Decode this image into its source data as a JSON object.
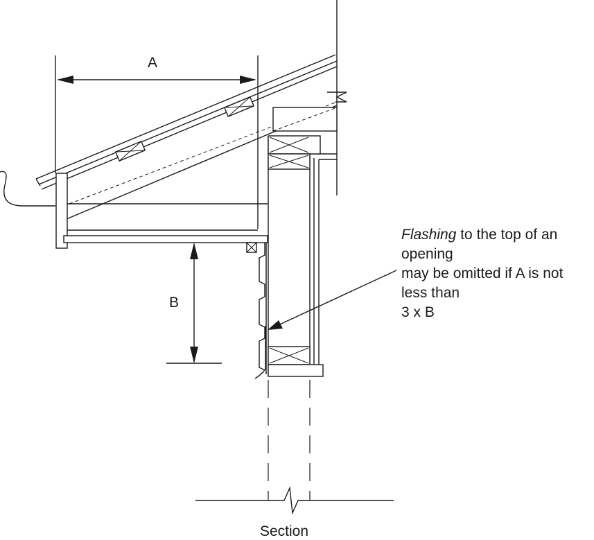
{
  "labels": {
    "dim_a": "A",
    "dim_b": "B"
  },
  "note": {
    "term": "Flashing",
    "line1_rest": " to the top of an",
    "line2": "opening",
    "line3": "may be omitted if A is not",
    "line4": "less than",
    "line5": "3 x B"
  },
  "caption": "Section"
}
